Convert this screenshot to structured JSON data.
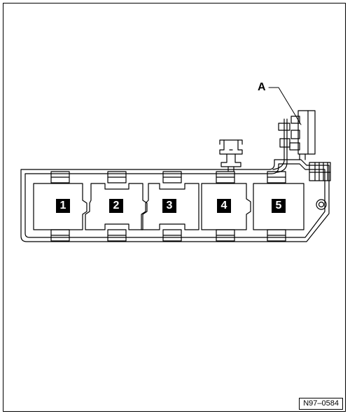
{
  "diagram": {
    "relay_positions": [
      "1",
      "2",
      "3",
      "4",
      "5"
    ],
    "callout": "A",
    "reference_code": "N97–0584"
  }
}
